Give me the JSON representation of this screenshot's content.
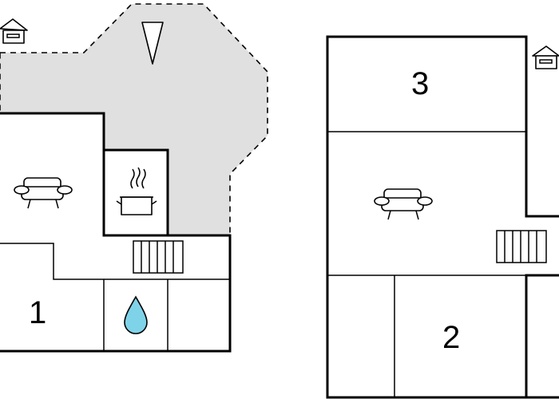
{
  "rooms": {
    "room_1": "1",
    "room_2": "2",
    "room_3": "3"
  },
  "icons": {
    "sofa": "sofa-icon",
    "cooking_pot": "cooking-pot-icon",
    "water_drop": "water-drop-icon",
    "stairs": "stairs-icon",
    "entrance": "house-entrance-icon",
    "north_arrow": "north-arrow-icon"
  },
  "colors": {
    "terrace_fill": "#e0e0e0",
    "water_drop": "#7fd3e8",
    "walls": "#000000"
  }
}
